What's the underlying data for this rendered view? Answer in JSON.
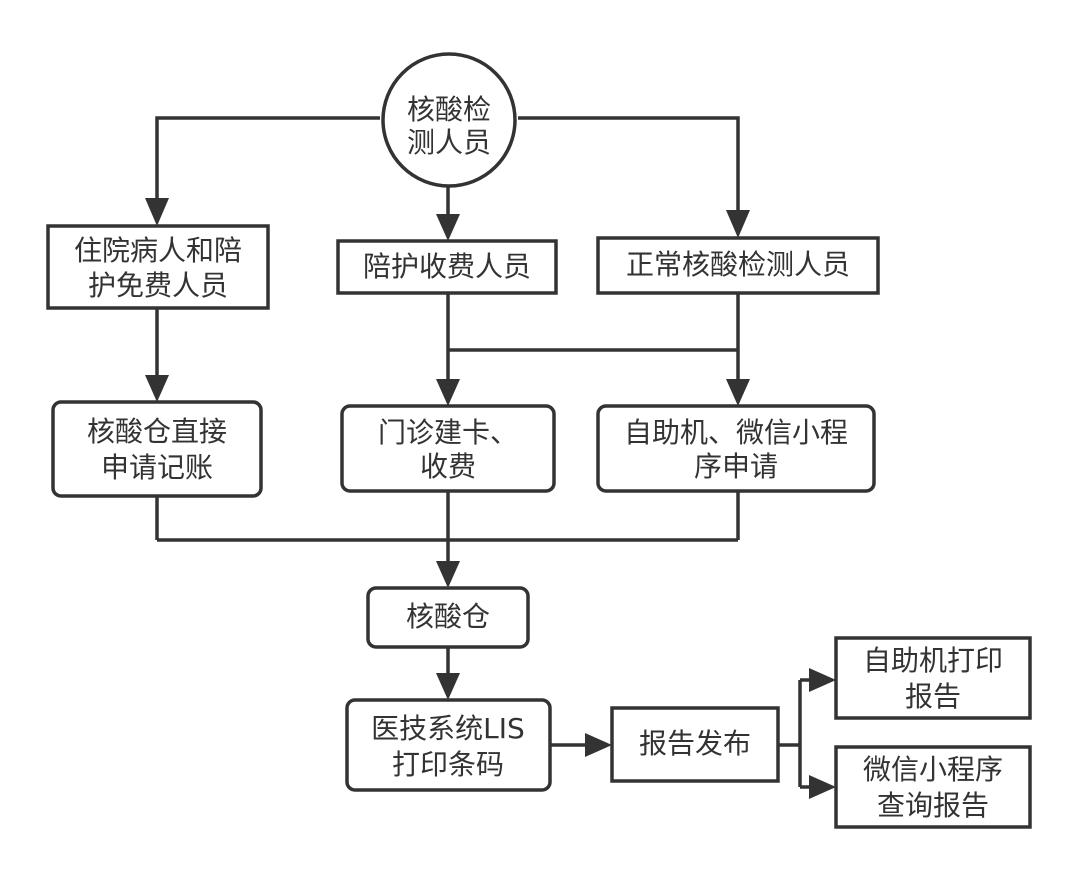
{
  "diagram": {
    "start": {
      "line1": "核酸检",
      "line2": "测人员"
    },
    "inpatient": {
      "line1": "住院病人和陪",
      "line2": "护免费人员"
    },
    "paid_escort": {
      "line1": "陪护收费人员"
    },
    "normal_test": {
      "line1": "正常核酸检测人员"
    },
    "direct_billing": {
      "line1": "核酸仓直接",
      "line2": "申请记账"
    },
    "outpatient_card": {
      "line1": "门诊建卡、",
      "line2": "收费"
    },
    "self_service_apply": {
      "line1": "自助机、微信小程",
      "line2": "序申请"
    },
    "nat_cabin": {
      "line1": "核酸仓"
    },
    "lis_print": {
      "line1": "医技系统LIS",
      "line2": "打印条码"
    },
    "report_publish": {
      "line1": "报告发布"
    },
    "kiosk_print": {
      "line1": "自助机打印",
      "line2": "报告"
    },
    "wechat_query": {
      "line1": "微信小程序",
      "line2": "查询报告"
    }
  }
}
